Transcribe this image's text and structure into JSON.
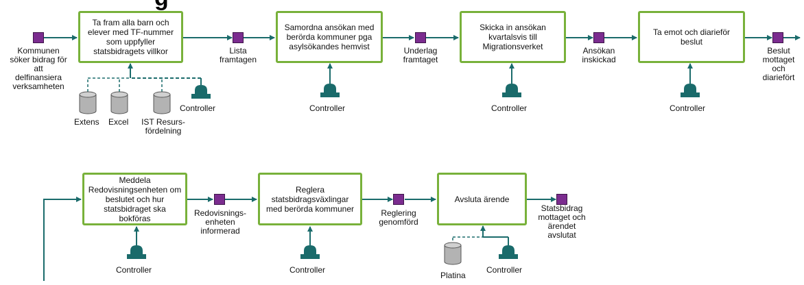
{
  "title_fragment": "g",
  "processes": [
    {
      "label": "Ta fram alla barn och elever med TF-nummer som uppfyller statsbidragets villkor"
    },
    {
      "label": "Samordna ansökan med berörda kommuner pga asylsökandes hemvist"
    },
    {
      "label": "Skicka in ansökan kvartalsvis till Migrationsverket"
    },
    {
      "label": "Ta emot och diarieför beslut"
    },
    {
      "label": "Meddela Redovisningsenheten om beslutet och hur statsbidraget ska bokföras"
    },
    {
      "label": "Reglera statsbidragsväxlingar med berörda kommuner"
    },
    {
      "label": "Avsluta ärende"
    }
  ],
  "events": [
    {
      "label": "Kommunen söker bidrag för att delfinansiera verksamheten"
    },
    {
      "label": "Lista framtagen"
    },
    {
      "label": "Underlag framtaget"
    },
    {
      "label": "Ansökan inskickad"
    },
    {
      "label": "Beslut mottaget och diariefört"
    },
    {
      "label": "Redovisnings-enheten informerad"
    },
    {
      "label": "Reglering genomförd"
    },
    {
      "label": "Statsbidrag mottaget och ärendet avslutat"
    }
  ],
  "controller_label": "Controller",
  "databases": [
    {
      "label": "Extens"
    },
    {
      "label": "Excel"
    },
    {
      "label": "IST Resurs-fördelning"
    },
    {
      "label": "Platina"
    }
  ],
  "colors": {
    "process_border": "#78b13a",
    "flow": "#1a6b6b",
    "event": "#7b2c8f",
    "controller": "#1a6b6b",
    "database": "#b3b3b3"
  }
}
